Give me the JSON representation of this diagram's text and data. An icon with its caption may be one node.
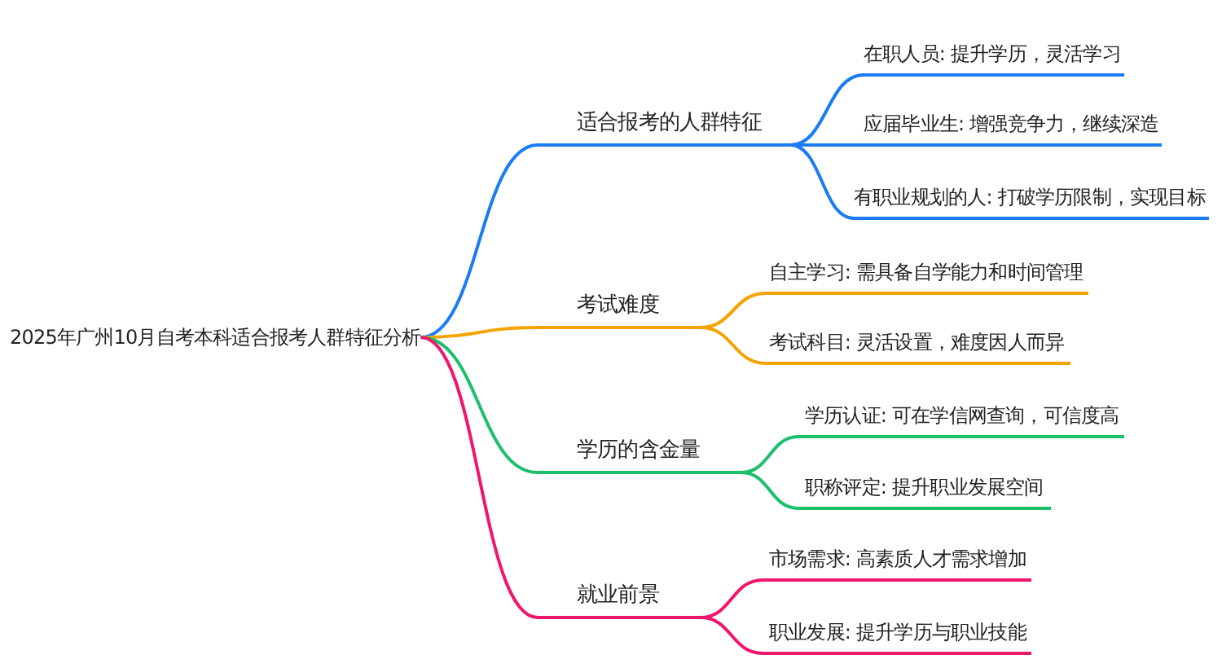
{
  "diagram": {
    "nodes": [
      {
        "text": [
          "2025年广州10月自考本科适合报考人群特征分析"
        ]
      },
      {
        "text": [
          "适合报考的人群特征"
        ]
      },
      {
        "text": [
          "在职人员: 提升学历，灵活学习"
        ]
      },
      {
        "text": [
          "应届毕业生: 增强竞争力，继续深造"
        ]
      },
      {
        "text": [
          "有职业规划的人: 打破学历限制，实现目标"
        ]
      },
      {
        "text": [
          "考试难度"
        ]
      },
      {
        "text": [
          "自主学习: 需具备自学能力和时间管理"
        ]
      },
      {
        "text": [
          "考试科目: 灵活设置，难度因人而异"
        ]
      },
      {
        "text": [
          "学历的含金量"
        ]
      },
      {
        "text": [
          "学历认证: 可在学信网查询，可信度高"
        ]
      },
      {
        "text": [
          "职称评定: 提升职业发展空间"
        ]
      },
      {
        "text": [
          "就业前景"
        ]
      },
      {
        "text": [
          "市场需求: 高素质人才需求增加"
        ]
      },
      {
        "text": [
          "职业发展: 提升学历与职业技能"
        ]
      }
    ],
    "edges": [
      {
        "from": 0,
        "to": 1,
        "arrow": "none",
        "color": "#1a7cf5"
      },
      {
        "from": 1,
        "to": 2,
        "arrow": "none",
        "color": "#1a7cf5"
      },
      {
        "from": 1,
        "to": 3,
        "arrow": "none",
        "color": "#1a7cf5"
      },
      {
        "from": 1,
        "to": 4,
        "arrow": "none",
        "color": "#1a7cf5"
      },
      {
        "from": 0,
        "to": 5,
        "arrow": "none",
        "color": "#f5a300"
      },
      {
        "from": 5,
        "to": 6,
        "arrow": "none",
        "color": "#f5a300"
      },
      {
        "from": 5,
        "to": 7,
        "arrow": "none",
        "color": "#f5a300"
      },
      {
        "from": 0,
        "to": 8,
        "arrow": "none",
        "color": "#1dbf6b"
      },
      {
        "from": 8,
        "to": 9,
        "arrow": "none",
        "color": "#1dbf6b"
      },
      {
        "from": 8,
        "to": 10,
        "arrow": "none",
        "color": "#1dbf6b"
      },
      {
        "from": 0,
        "to": 11,
        "arrow": "none",
        "color": "#f0166e"
      },
      {
        "from": 11,
        "to": 12,
        "arrow": "none",
        "color": "#f0166e"
      },
      {
        "from": 11,
        "to": 13,
        "arrow": "none",
        "color": "#f0166e"
      }
    ]
  }
}
